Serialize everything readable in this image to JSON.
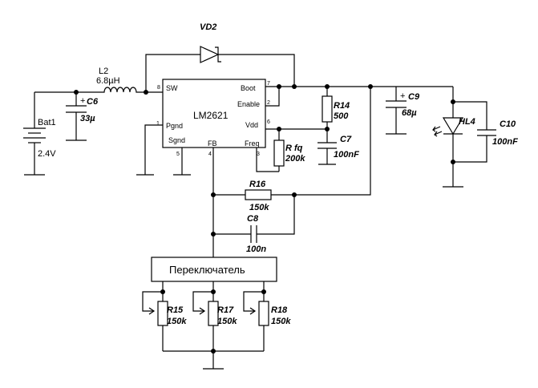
{
  "components": {
    "bat1": {
      "ref": "Bat1",
      "value": "2.4V"
    },
    "l2": {
      "ref": "L2",
      "value": "6.8µH"
    },
    "c6": {
      "ref": "C6",
      "value": "33µ",
      "plus": "+"
    },
    "vd2": {
      "ref": "VD2"
    },
    "ic": {
      "name": "LM2621",
      "pins": {
        "sw": "SW",
        "boot": "Boot",
        "enable": "Enable",
        "vdd": "Vdd",
        "pgnd": "Pgnd",
        "sgnd": "Sgnd",
        "fb": "FB",
        "freq": "Freq"
      },
      "pin_numbers": {
        "sw": "8",
        "boot": "7",
        "enable": "2",
        "vdd": "6",
        "pgnd": "1",
        "sgnd": "5",
        "fb": "4",
        "freq": "3"
      }
    },
    "r14": {
      "ref": "R14",
      "value": "500"
    },
    "rfq": {
      "ref": "R fq",
      "value": "200k"
    },
    "c7": {
      "ref": "C7",
      "value": "100nF"
    },
    "c9": {
      "ref": "C9",
      "value": "68µ",
      "plus": "+"
    },
    "hl4": {
      "ref": "HL4"
    },
    "c10": {
      "ref": "C10",
      "value": "100nF"
    },
    "r16": {
      "ref": "R16",
      "value": "150k"
    },
    "c8": {
      "ref": "C8",
      "value": "100n"
    },
    "switch": {
      "label": "Переключатель"
    },
    "r15": {
      "ref": "R15",
      "value": "150k"
    },
    "r17": {
      "ref": "R17",
      "value": "150k"
    },
    "r18": {
      "ref": "R18",
      "value": "150k"
    }
  }
}
